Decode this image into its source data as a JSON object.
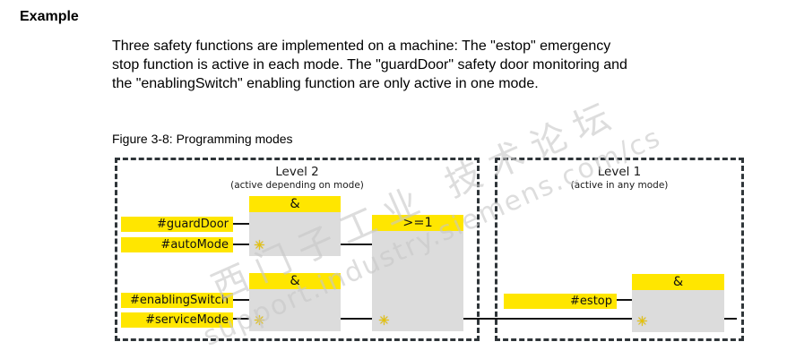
{
  "section": {
    "heading": "Example",
    "paragraph_lines": [
      "Three safety functions are implemented on a machine: The \"estop\" emergency",
      "stop function is active in each mode. The \"guardDoor\" safety door monitoring and",
      "the \"enablingSwitch\" enabling function are only active in one mode."
    ]
  },
  "figure": {
    "caption": "Figure 3-8: Programming modes"
  },
  "diagram": {
    "asterisk_glyph": "✳",
    "level2": {
      "title": "Level 2",
      "subtitle": "(active depending on mode)",
      "and_auto": {
        "type": "AND",
        "label": "&",
        "inputs": [
          "#guardDoor",
          "#autoMode"
        ]
      },
      "and_service": {
        "type": "AND",
        "label": "&",
        "inputs": [
          "#enablingSwitch",
          "#serviceMode"
        ]
      },
      "or_block": {
        "type": "OR",
        "label": ">=1"
      }
    },
    "level1": {
      "title": "Level 1",
      "subtitle": "(active in any mode)",
      "and_estop": {
        "type": "AND",
        "label": "&",
        "inputs": [
          "#estop"
        ]
      }
    },
    "colors": {
      "accent_yellow": "#ffe600",
      "block_gray": "#dcdcdc",
      "dash_border": "#2f3539",
      "wire_black": "#141414",
      "asterisk_yellow": "#e9c400",
      "watermark_gray": "#c8c8c8"
    }
  },
  "watermark": {
    "line1": "西门子工业 技术论坛",
    "line2": "support.industry.siemens.com/cs"
  }
}
